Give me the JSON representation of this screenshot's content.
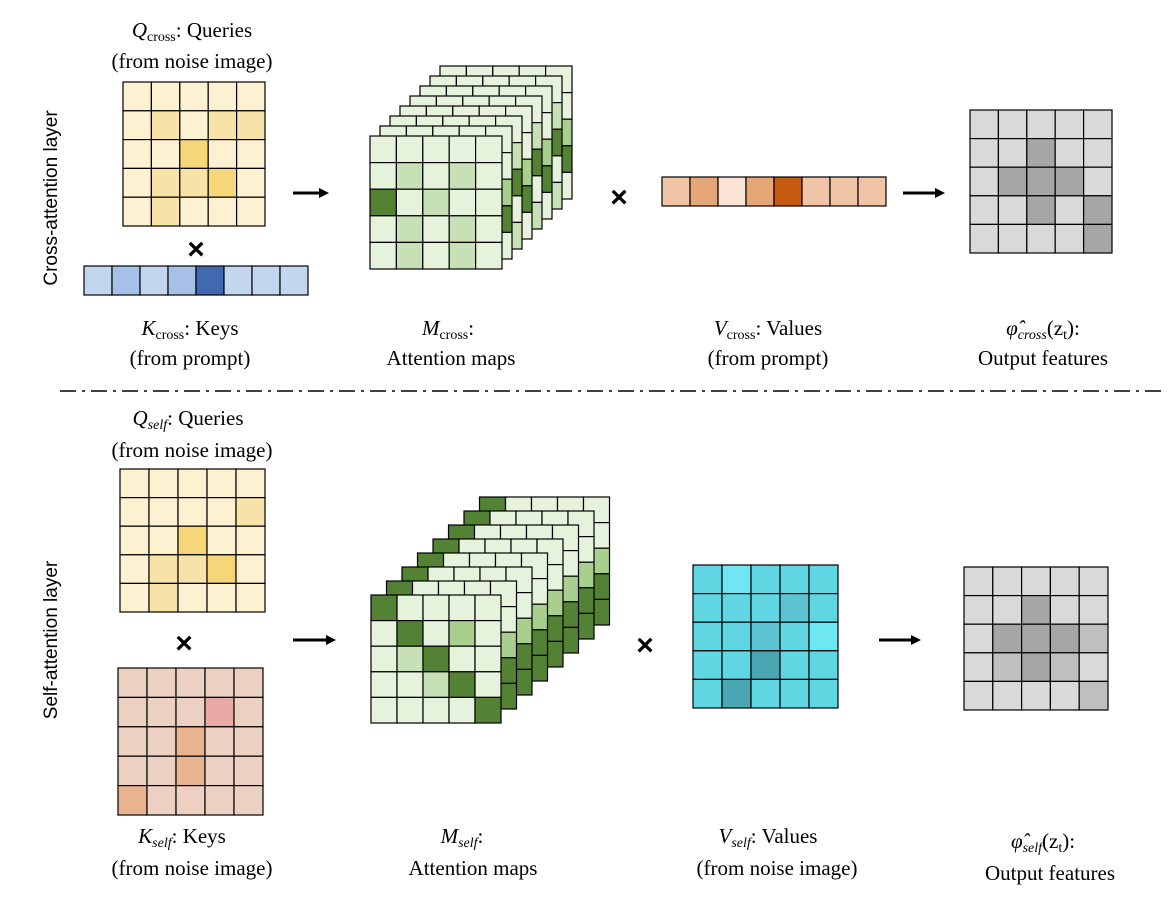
{
  "side_labels": {
    "cross": "Cross-attention layer",
    "self": "Self-attention layer"
  },
  "operators": {
    "times": "×"
  },
  "cross": {
    "query": {
      "symbol": "Q",
      "sub": "cross",
      "rest": ": Queries",
      "line2": "(from noise image)"
    },
    "key": {
      "symbol": "K",
      "sub": "cross",
      "rest": ": Keys",
      "line2": "(from prompt)"
    },
    "map": {
      "symbol": "M",
      "sub": "cross",
      "rest": ":",
      "line2": "Attention maps"
    },
    "value": {
      "symbol": "V",
      "sub": "cross",
      "rest": ": Values",
      "line2": "(from prompt)"
    },
    "output": {
      "symbol": "φ̂",
      "sub": "cross",
      "args": "(z",
      "args_sub": "t",
      "close": "):",
      "line2": "Output features"
    }
  },
  "self": {
    "query": {
      "symbol": "Q",
      "sub": "self",
      "rest": ": Queries",
      "line2": "(from noise image)"
    },
    "key": {
      "symbol": "K",
      "sub": "self",
      "rest": ": Keys",
      "line2": "(from noise image)"
    },
    "map": {
      "symbol": "M",
      "sub": "self",
      "rest": ":",
      "line2": "Attention maps"
    },
    "value": {
      "symbol": "V",
      "sub": "self",
      "rest": ": Values",
      "line2": "(from noise image)"
    },
    "output": {
      "symbol": "φ̂",
      "sub": "self",
      "args": "(z",
      "args_sub": "t",
      "close": "):",
      "line2": "Output features"
    }
  },
  "colors": {
    "query_pale": "#fcf1d0",
    "query_mid": "#f7e3a8",
    "query_strong": "#f5d77a",
    "key_blue_pale": "#c3d6ef",
    "key_blue_mid": "#a7c0e8",
    "key_blue_strong": "#4169b1",
    "map_pale": "#e5f2dc",
    "map_mid": "#c7e0b6",
    "map_strong": "#a9cf8e",
    "map_dark": "#548235",
    "value_pale": "#f9e3d5",
    "value_mid": "#f0c4a6",
    "value_strong": "#e6a677",
    "value_dark": "#c55a11",
    "gray_pale": "#d9d9d9",
    "gray_mid": "#bfbfbf",
    "gray_dark": "#a6a6a6",
    "self_key_base": "#ecd0c1",
    "self_key_orange": "#e9b390",
    "self_key_pink": "#e9a9a4",
    "self_key_light": "#f9e0d2",
    "cyan_base": "#5fd6e2",
    "cyan_bright": "#6fe7f3",
    "cyan_dark": "#4aa6b3",
    "cyan_mid": "#5bc3d1",
    "line": "#000000",
    "separator": "#000000"
  }
}
